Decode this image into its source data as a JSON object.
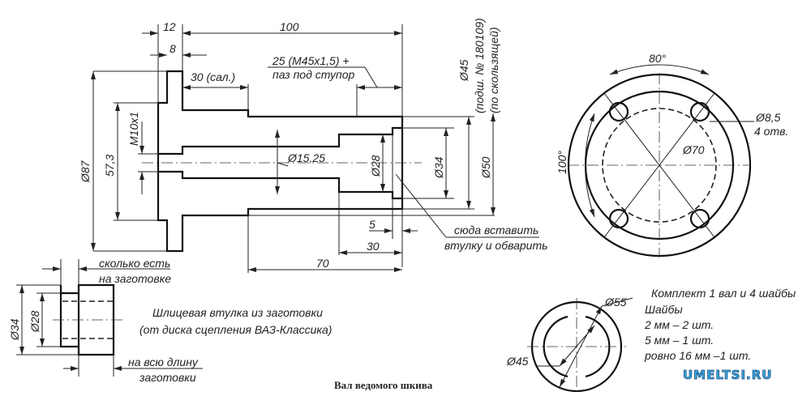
{
  "title": "Вал ведомого шкива",
  "logo": "UMELTSI.RU",
  "shaft": {
    "dims": {
      "d12": "12",
      "d100": "100",
      "d8": "8",
      "d30sal": "30 (сал.)",
      "thread_note_1": "25 (М45х1,5) +",
      "thread_note_2": "паз под ступор",
      "d45": "Ø45",
      "bearing_1": "(подш. № 180109)",
      "bearing_2": "(по скользящей)",
      "d87": "Ø87",
      "d57": "57,3",
      "m10": "М10х1",
      "d15": "Ø15,25",
      "d28": "Ø28",
      "d34": "Ø34",
      "d50": "Ø50",
      "d5": "5",
      "d30": "30",
      "d70": "70"
    },
    "note_1": "сюда вставить",
    "note_2": "втулку и обварить"
  },
  "flange": {
    "angle": "80°",
    "angle2": "100°",
    "holes_1": "Ø8,5",
    "holes_2": "4 отв.",
    "pcd": "Ø70"
  },
  "sleeve": {
    "top_1": "сколько есть",
    "top_2": "на заготовке",
    "d34": "Ø34",
    "d28": "Ø28",
    "desc_1": "Шлицевая втулка из заготовки",
    "desc_2": "(от диска сцепления ВАЗ-Классика)",
    "bot_1": "на всю длину",
    "bot_2": "заготовки"
  },
  "washer": {
    "d55": "Ø55",
    "d45": "Ø45"
  },
  "kit": {
    "line1": "Комплект 1 вал и 4 шайбы",
    "line2": "Шайбы",
    "line3": "2 мм – 2 шт.",
    "line4": "5 мм – 1 шт.",
    "line5": "ровно 16 мм –1 шт."
  }
}
